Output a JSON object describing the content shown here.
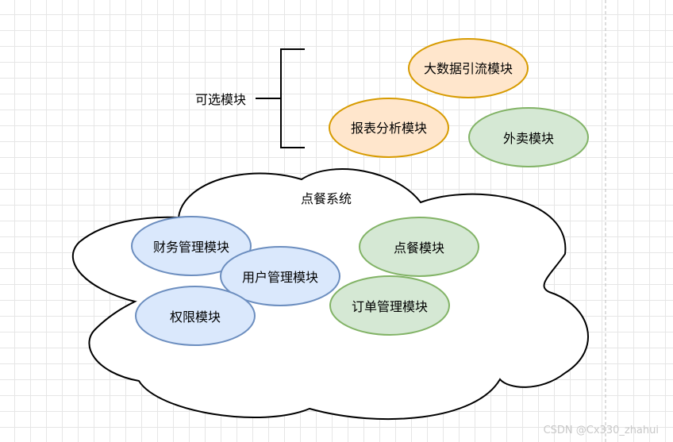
{
  "optional": {
    "label": "可选模块",
    "modules": [
      "大数据引流模块",
      "报表分析模块",
      "外卖模块"
    ]
  },
  "system": {
    "title": "点餐系统",
    "modules": [
      "财务管理模块",
      "用户管理模块",
      "权限模块",
      "点餐模块",
      "订单管理模块"
    ]
  },
  "watermark": "CSDN @Cx330_zhahui",
  "colors": {
    "orange_fill": "#ffe6cc",
    "orange_stroke": "#d79b00",
    "green_fill": "#d5e8d4",
    "green_stroke": "#82b366",
    "blue_fill": "#dae8fc",
    "blue_stroke": "#6c8ebf"
  }
}
